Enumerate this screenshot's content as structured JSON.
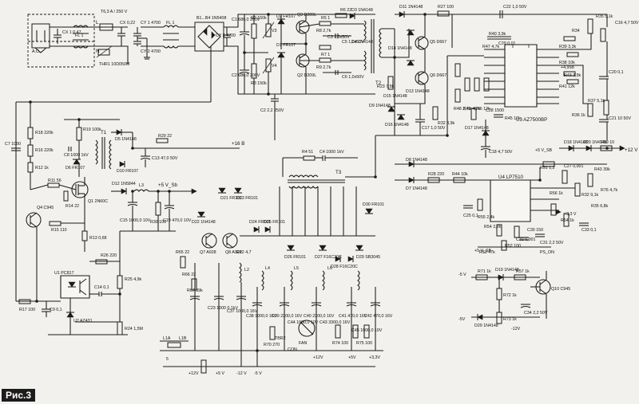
{
  "figure_caption": "Рис.3",
  "mains": {
    "ac_label": "A.C.",
    "line_label": "L",
    "neutral_label": "N",
    "fuse": "T6,3 A / 250 V",
    "thermistor": "THR1 10D050M",
    "cx1": "CX 1 0,47",
    "cx2": "CX 0,22",
    "fl1": "FL 1",
    "fl1b": "FL 1",
    "cy1": "CY 1 4700",
    "cy2": "CY 2 4700",
    "bridge": "B1...B4 1N5408",
    "cy3": "CY 3 4700"
  },
  "primary": {
    "c1": "C1 680,0 200V",
    "c2": "C2 680,0 200V",
    "r2": "R2 150k",
    "r3": "R3 150k",
    "v3": "V3",
    "v4": "V4",
    "d1": "D1 FR107",
    "d2": "D2 FR107",
    "q2": "Q2 D209L",
    "q3": "Q3 D209L",
    "r5": "R5 1",
    "r6": "R6 22",
    "r7": "R7 1",
    "r8": "R8 2,7k",
    "r9": "R9 2,7k",
    "c3": "C3 1,0x50V",
    "c5": "C5 1,0x50V",
    "c6": "C6 1,0x50V",
    "d3": "D3 1N4148",
    "d4": "D4 1N4148",
    "t2": "T2",
    "c4": "C4 1000 1kV",
    "r4": "R4 51",
    "c2b": "C2 2,2 250V",
    "plus16": "+16 В",
    "plus12": "+12 V"
  },
  "driver": {
    "d11": "D11 1N4148",
    "d14": "D14 1N4148",
    "d15": "D15 1N4148",
    "d16": "D16 1N4148",
    "d9": "D9 1N4148",
    "d13": "D13 1N4148",
    "r23": "R23 7,5k",
    "r32": "R32 3,9k",
    "c17": "C17 1,0 50V",
    "q5": "Q5 D667",
    "q6": "Q6 D667",
    "r27": "R27 100",
    "c22": "C22 1,0 50V",
    "r34": "R34",
    "r35": "R35 5,1k",
    "c16": "C16 4,7 50V",
    "r40": "R40 3,9k",
    "r39": "R39 3,3k",
    "r47": "R47 4,7k",
    "c29": "C29 0,01",
    "r38": "R38 10k",
    "r41": "R41 12k",
    "r43": "R43 3,9k",
    "r48": "R48 2,7k",
    "r49": "R49 4,7k",
    "r46": "R46 12k",
    "c28": "C28 1500",
    "r45": "R45 10k",
    "u3": "U3 AZ7500BP",
    "c20": "C20 0,1",
    "r37": "R37 5,1k",
    "c21": "C21 10 50V",
    "r36": "R36 1k",
    "plus4v95": "+4,95B",
    "d17": "D17 1N4148",
    "c18": "C18 4,7 50V",
    "d8": "D8 1N4148",
    "d7": "D7 1N4148",
    "d18": "D18 1N4148",
    "d20": "D20 1N4148",
    "r59": "R59 10",
    "plus5vsb": "+5 V_SB",
    "r51": "R51 1,2",
    "c27": "C27 0,001",
    "r43b": "R43 39k",
    "r76": "R76 4,7k",
    "u4": "U4 LP7510",
    "r28": "R28 220",
    "r44": "R44 10k",
    "r56": "R56 1k",
    "r32b": "R32 9,1k",
    "r35b": "R35 6,8k",
    "r54": "R54 2,2k",
    "c30": "C30 150",
    "c31": "C31 2,2 50V",
    "pson": "PS_ON",
    "r53": "R53 47k",
    "r52": "R52 100",
    "c32": "C32 0,001",
    "r64": "R64 1k",
    "c33": "C33 0,1",
    "r55": "R55 2,4k",
    "c25": "C25 0,1",
    "plus3v3": "+3,3 V",
    "plus5v5b": "+5 V_SB"
  },
  "standby": {
    "c7": "C7 1000",
    "r18": "R18 220k",
    "r16": "R16 220k",
    "r12": "R12 1k",
    "r19": "R19 100k",
    "c8": "C8 1000 1kV",
    "t1": "T1",
    "d5": "D5 1N4148",
    "d6": "D6 FR107",
    "d10": "D10 FR107",
    "r29": "R29 22",
    "c13": "C13 47,0 50V",
    "r11": "R11 56",
    "r14": "R14 22",
    "q1": "Q1 2N60C",
    "q4": "Q4 C945",
    "r15": "R15 110",
    "r13": "R13 0,68",
    "d12": "D12 1N5844",
    "l3": "L3",
    "c15": "C15 1000,0 10V",
    "r30": "R30 100",
    "c19": "C19 470,0 10V",
    "plus5vsb": "+5 V_Sb",
    "r26": "R26 220",
    "r25": "R25 4,9k",
    "u1": "U1 PC817",
    "c14": "C14 0,1",
    "r17": "R17 100",
    "c9": "C9 0,1",
    "u2": "U2 AZ431",
    "r24": "R24 1,5M"
  },
  "secondary": {
    "t3": "T3",
    "d21": "D21 FR101",
    "d22": "D22 1N4148",
    "d23": "D23 FR101",
    "q7": "Q7 A928",
    "q8": "Q8 A928",
    "r65": "R65 22",
    "r66": "R66 22",
    "r67": "R67 39k",
    "c23": "C23 1000 0,1kV",
    "r22": "R22 4,7",
    "l2": "L2",
    "c37": "C37 1000,0 16V",
    "c38": "C38 1000,0 16V",
    "c39": "C39 2200,0 16V",
    "c40": "C40 2200,0 16V",
    "c41": "C41 470,0 16V",
    "c42": "C42 470,0 16V",
    "c43": "C43 3300,0 16V",
    "c44": "C44 1000,0 10V",
    "c45": "C45 1000,0 10V",
    "l4": "L4",
    "l5": "L5",
    "l6": "L6",
    "d24": "D24 FR101",
    "d25": "D25 FR101",
    "d26": "D26 FR101",
    "d27": "D27 F16C20C",
    "d28": "D28 F16C20C",
    "d29": "D29 SB3045",
    "d30": "D30 FR101",
    "r70": "R70 270",
    "r71": "R71 1k",
    "r72": "R72 1k",
    "r73": "R73 1k",
    "r74": "R74 100",
    "r75": "R75 100",
    "r57": "R57 1k",
    "d19": "D19 1N4148",
    "d20b": "D29 1N4148",
    "c34": "C34 2,2 50V",
    "q10": "Q10 C945",
    "minus12": "-12V",
    "minus5": "-5V",
    "plus12v": "+12V",
    "plus5v": "+5V",
    "plus33": "+3,3V",
    "fan": "FAN",
    "tbr2": "TBR2",
    "con": "CON",
    "minus12b": "-12 V",
    "minus5b": "-5 V",
    "plus5b": "+5 V",
    "plus12b": "+12V",
    "minus5c": "-5 V",
    "label_5": "5",
    "l1": "L1A",
    "l1b": "L1B"
  }
}
